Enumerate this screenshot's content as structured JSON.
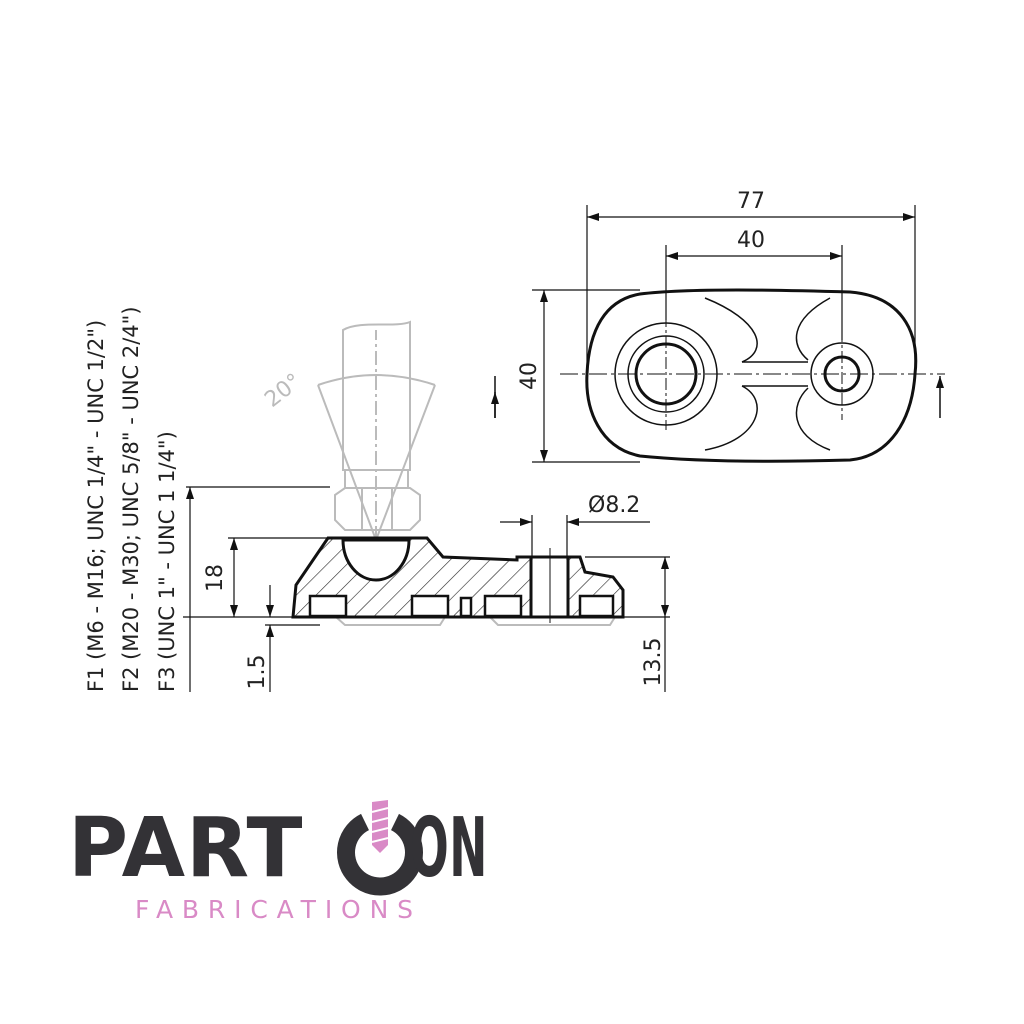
{
  "specs": {
    "f1": "F1 (M6 - M16; UNC 1/4\" - UNC 1/2\")",
    "f2": "F2 (M20 - M30; UNC 5/8\" - UNC 2/4\")",
    "f3": "F3 (UNC 1\" - UNC 1 1/4\")"
  },
  "dimensions": {
    "length_overall": "77",
    "hole_spacing": "40",
    "width": "40",
    "height": "18",
    "thickness": "1.5",
    "height_rear": "13.5",
    "hole_diameter": "Ø8.2",
    "tilt_angle": "20°"
  },
  "logo": {
    "name_part1": "PART",
    "name_part2": "ON",
    "subtitle": "FABRICATIONS",
    "dark_color": "#333236",
    "accent_color": "#d98ac6"
  }
}
